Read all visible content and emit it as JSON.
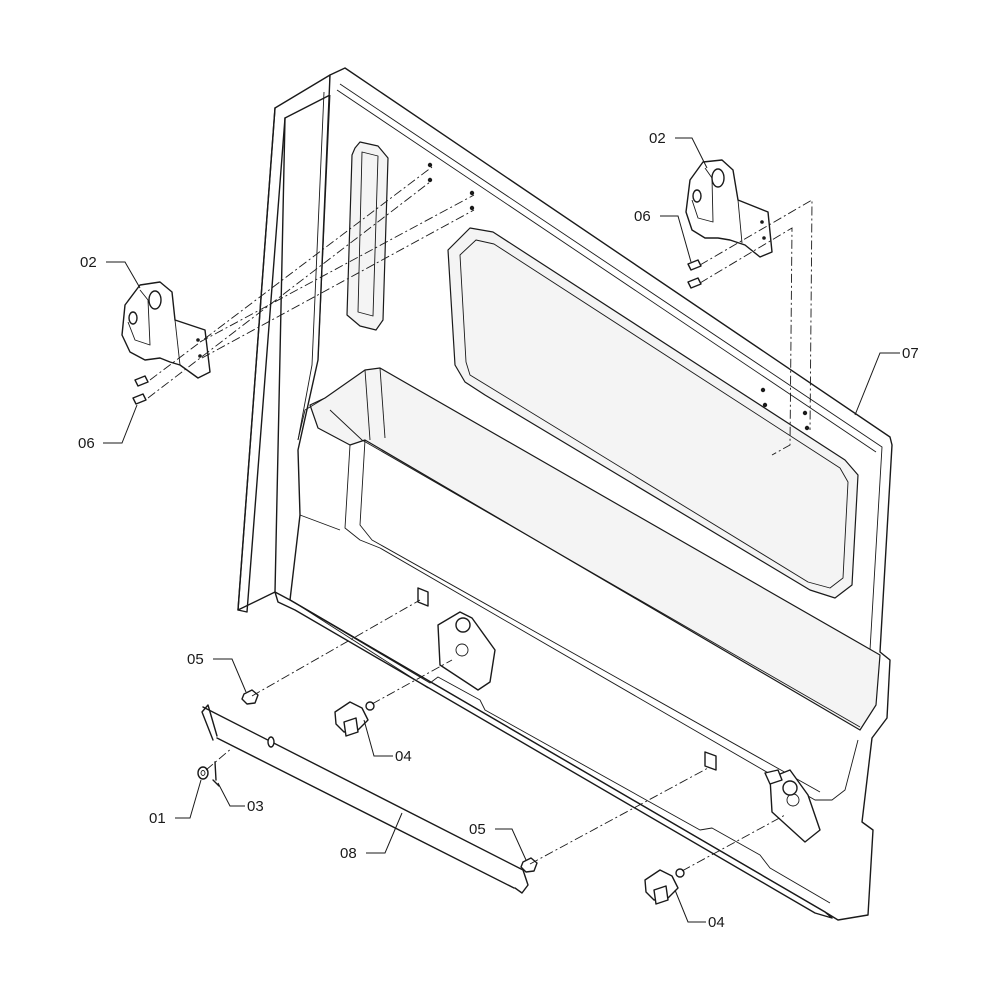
{
  "callouts": {
    "c01": "01",
    "c02_left": "02",
    "c02_right": "02",
    "c03": "03",
    "c04_left": "04",
    "c04_right": "04",
    "c05_left": "05",
    "c05_right": "05",
    "c06_left": "06",
    "c06_right": "06",
    "c07": "07",
    "c08": "08"
  }
}
